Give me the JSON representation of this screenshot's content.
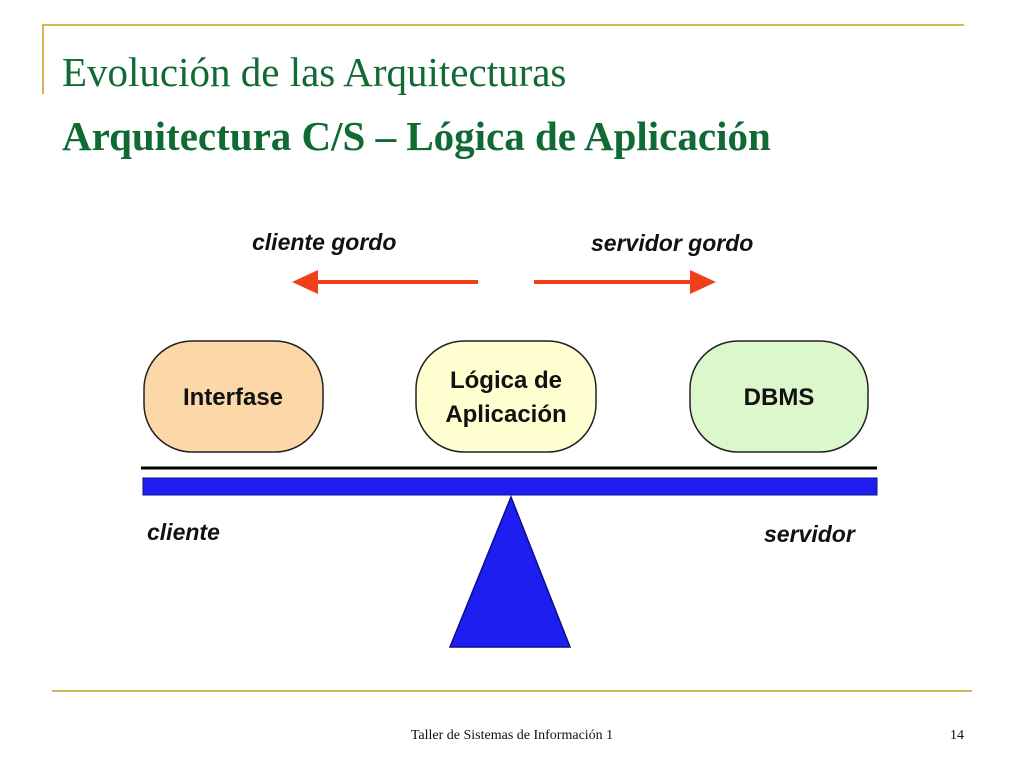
{
  "slide": {
    "title": "Evolución de las Arquitecturas",
    "subtitle": "Arquitectura C/S – Lógica de Aplicación",
    "footer": "Taller de Sistemas de Información 1",
    "page_number": "14"
  },
  "diagram": {
    "arrow_left_label": "cliente gordo",
    "arrow_right_label": "servidor gordo",
    "boxes": [
      {
        "lines": [
          "Interfase"
        ],
        "fill": "#fcd7a8"
      },
      {
        "lines": [
          "Lógica de",
          "Aplicación"
        ],
        "fill": "#ffffd1"
      },
      {
        "lines": [
          "DBMS"
        ],
        "fill": "#dcf7cb"
      }
    ],
    "beam_left_label": "cliente",
    "beam_right_label": "servidor",
    "colors": {
      "accent_frame": "#d4b35a",
      "title": "#0f6a34",
      "arrows": "#f0401a",
      "beam": "#1e1ef0",
      "fulcrum": "#1e1ef0"
    }
  }
}
